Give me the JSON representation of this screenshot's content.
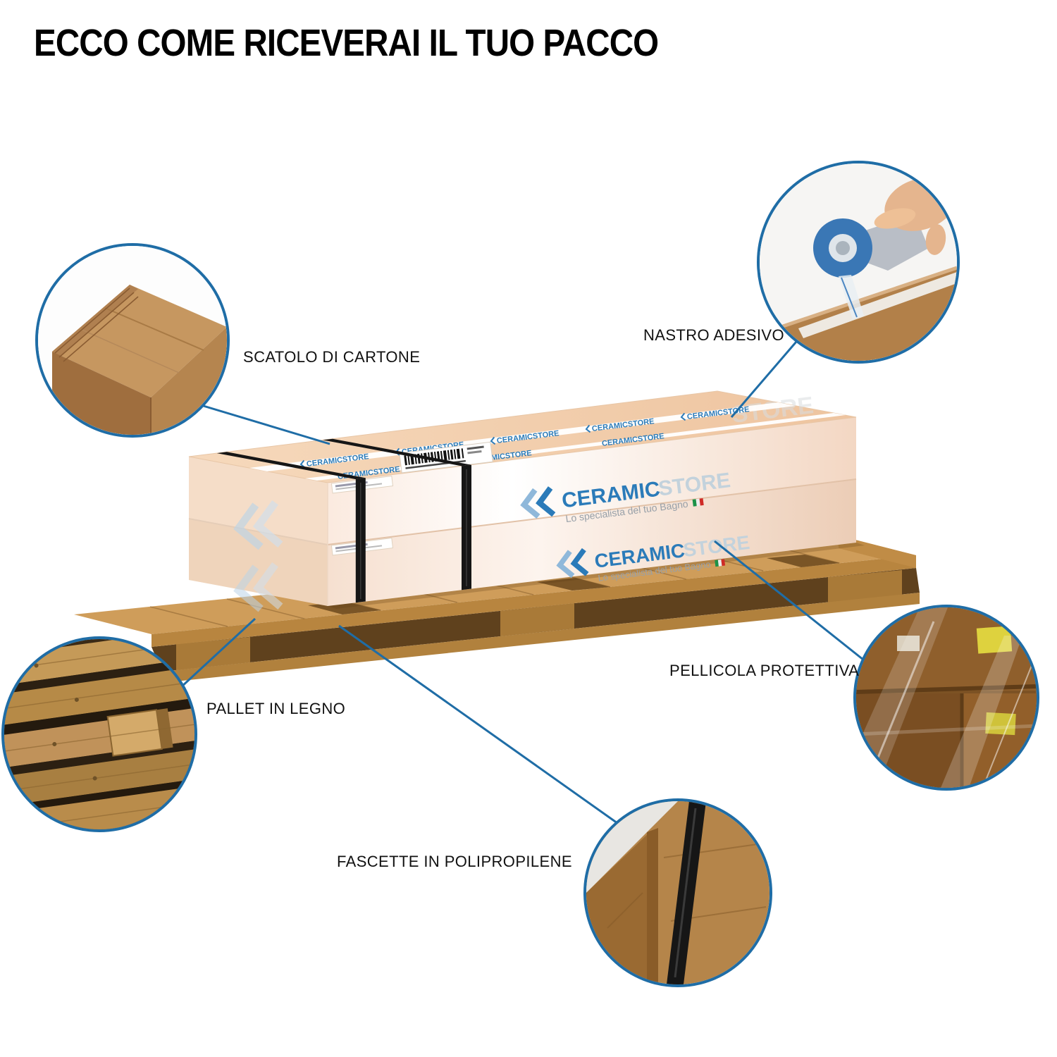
{
  "title": "ECCO COME RICEVERAI IL TUO PACCO",
  "callouts": {
    "cardboard": {
      "label": "SCATOLO DI CARTONE"
    },
    "tape": {
      "label": "NASTRO ADESIVO"
    },
    "film": {
      "label": "PELLICOLA PROTETTIVA"
    },
    "pallet": {
      "label": "PALLET IN LEGNO"
    },
    "straps": {
      "label": "FASCETTE IN POLIPROPILENE"
    }
  },
  "brand": {
    "name": "CERAMIC",
    "suffix": "STORE",
    "tagline": "Lo specialista del tuo Bagno",
    "tape_text": "CERAMICSTORE"
  },
  "colors": {
    "accent_blue": "#1f6da6",
    "brand_blue": "#2b7bb9",
    "cardboard": "#c69760",
    "wood": "#cf9d5a",
    "strap_black": "#161616"
  }
}
